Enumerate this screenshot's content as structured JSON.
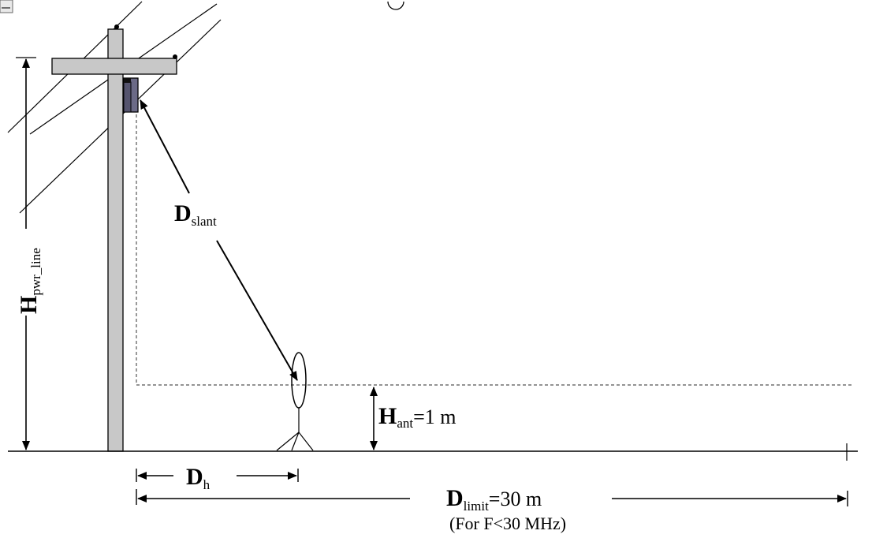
{
  "diagram": {
    "labels": {
      "d_slant": {
        "main": "D",
        "sub": "slant"
      },
      "h_pwr_line": {
        "main": "H",
        "sub": "pwr_line"
      },
      "h_ant": {
        "main": "H",
        "sub": "ant",
        "value": "=1 m"
      },
      "d_h": {
        "main": "D",
        "sub": "h"
      },
      "d_limit": {
        "main": "D",
        "sub": "limit",
        "value": "=30 m"
      },
      "note": "(For F<30 MHz)"
    },
    "colors": {
      "pole": "#c8c8c8",
      "equipment_box": "#6b6a86",
      "line": "#000000",
      "dashed": "#555555"
    }
  }
}
